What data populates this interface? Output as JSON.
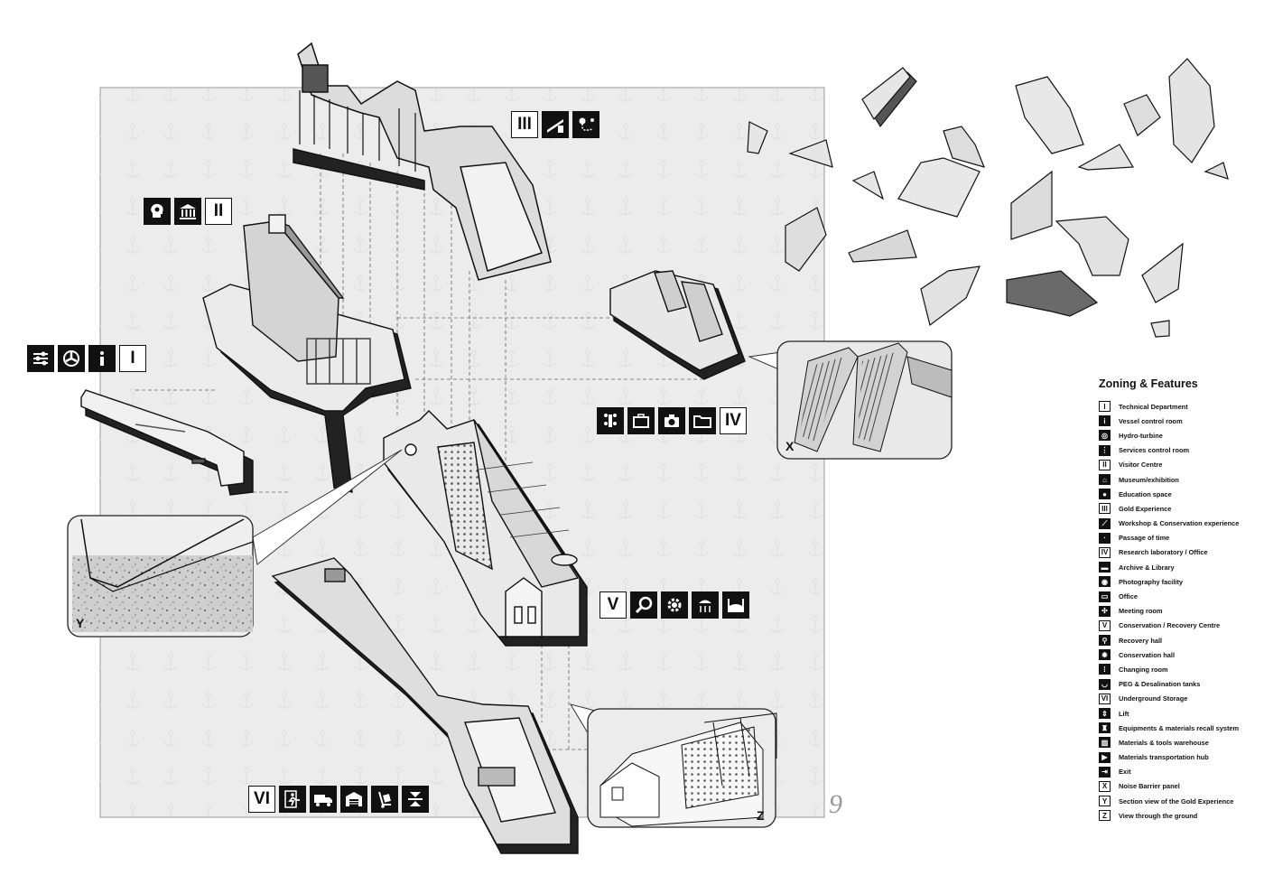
{
  "zone_tags": [
    {
      "roman": "I",
      "icons": [
        "sliders-icon",
        "turbine-icon",
        "info-icon"
      ]
    },
    {
      "roman": "II",
      "icons": [
        "head-gear-icon",
        "museum-icon"
      ]
    },
    {
      "roman": "III",
      "icons": [
        "workshop-icon",
        "location-path-icon"
      ]
    },
    {
      "roman": "IV",
      "icons": [
        "meeting-icon",
        "briefcase-icon",
        "camera-icon",
        "folder-icon"
      ]
    },
    {
      "roman": "V",
      "icons": [
        "magnifier-icon",
        "gear-icon",
        "shower-icon",
        "tank-icon"
      ]
    },
    {
      "roman": "VI",
      "icons": [
        "exit-icon",
        "truck-icon",
        "warehouse-icon",
        "trolley-icon",
        "lift-icon"
      ]
    }
  ],
  "insets": {
    "x": "X",
    "y": "Y",
    "z": "Z"
  },
  "page_number": "9",
  "legend": {
    "title": "Zoning & Features",
    "items": [
      {
        "key": "I",
        "style": "light",
        "label": "Technical Department"
      },
      {
        "key": "i",
        "style": "dark",
        "label": "Vessel control room"
      },
      {
        "key": "◎",
        "style": "dark",
        "label": "Hydro-turbine"
      },
      {
        "key": "⋮",
        "style": "dark",
        "label": "Services control room"
      },
      {
        "key": "II",
        "style": "light",
        "label": "Visitor Centre"
      },
      {
        "key": "⌂",
        "style": "dark",
        "label": "Museum/exhibition"
      },
      {
        "key": "●",
        "style": "dark",
        "label": "Education space"
      },
      {
        "key": "III",
        "style": "light",
        "label": "Gold Experience"
      },
      {
        "key": "⟋",
        "style": "dark",
        "label": "Workshop & Conservation experience"
      },
      {
        "key": "∙",
        "style": "dark",
        "label": "Passage of time"
      },
      {
        "key": "IV",
        "style": "light",
        "label": "Research laboratory / Office"
      },
      {
        "key": "▬",
        "style": "dark",
        "label": "Archive & Library"
      },
      {
        "key": "◉",
        "style": "dark",
        "label": "Photography facility"
      },
      {
        "key": "▭",
        "style": "dark",
        "label": "Office"
      },
      {
        "key": "✣",
        "style": "dark",
        "label": "Meeting room"
      },
      {
        "key": "V",
        "style": "light",
        "label": "Conservation / Recovery Centre"
      },
      {
        "key": "⚲",
        "style": "dark",
        "label": "Recovery hall"
      },
      {
        "key": "✹",
        "style": "dark",
        "label": "Conservation hall"
      },
      {
        "key": "⁞",
        "style": "dark",
        "label": "Changing room"
      },
      {
        "key": "◡",
        "style": "dark",
        "label": "PEG & Desalination tanks"
      },
      {
        "key": "VI",
        "style": "light",
        "label": "Underground Storage"
      },
      {
        "key": "⇕",
        "style": "dark",
        "label": "Lift"
      },
      {
        "key": "♜",
        "style": "dark",
        "label": "Equipments & materials recall system"
      },
      {
        "key": "▥",
        "style": "dark",
        "label": "Materials & tools warehouse"
      },
      {
        "key": "▶",
        "style": "dark",
        "label": "Materials transportation hub"
      },
      {
        "key": "⇥",
        "style": "dark",
        "label": "Exit"
      },
      {
        "key": "X",
        "style": "light",
        "label": "Noise Barrier panel"
      },
      {
        "key": "Y",
        "style": "light",
        "label": "Section view of the Gold Experience"
      },
      {
        "key": "Z",
        "style": "light",
        "label": "View through the ground"
      }
    ]
  }
}
